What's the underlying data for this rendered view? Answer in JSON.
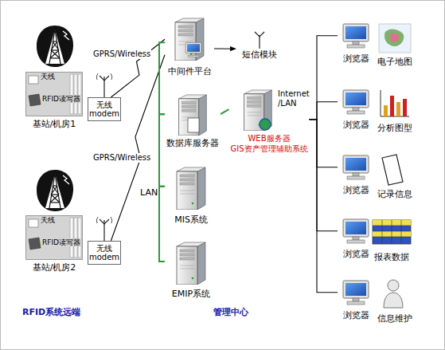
{
  "diagram": {
    "nodes": [
      {
        "text": [
          "天线",
          "RFID读写器",
          "基站/机房1"
        ]
      },
      {
        "text": [
          "无线 modem"
        ]
      },
      {
        "text": [
          "天线",
          "RFID读写器",
          "基站/机房2"
        ]
      },
      {
        "text": [
          "无线 modem"
        ]
      },
      {
        "text": [
          "中间件平台"
        ]
      },
      {
        "text": [
          "短信模块"
        ]
      },
      {
        "text": [
          "数据库服务器"
        ]
      },
      {
        "text": [
          "WEB服务器",
          "GIS资产管理辅助系统"
        ]
      },
      {
        "text": [
          "MIS系统"
        ]
      },
      {
        "text": [
          "EMIP系统"
        ]
      },
      {
        "text": [
          "浏览器"
        ]
      },
      {
        "text": [
          "浏览器"
        ]
      },
      {
        "text": [
          "浏览器"
        ]
      },
      {
        "text": [
          "浏览器"
        ]
      },
      {
        "text": [
          "浏览器"
        ]
      }
    ],
    "edges": [
      {
        "from": 1,
        "to": 4,
        "arrow": "none",
        "label": "GPRS/Wireless"
      },
      {
        "from": 3,
        "to": 4,
        "arrow": "none",
        "label": "GPRS/Wireless"
      },
      {
        "from": 4,
        "to": 5,
        "arrow": "to"
      },
      {
        "from": 4,
        "to": 6,
        "arrow": "none"
      },
      {
        "from": 6,
        "to": 8,
        "arrow": "none"
      },
      {
        "from": 8,
        "to": 9,
        "arrow": "none"
      },
      {
        "from": 6,
        "to": 7,
        "arrow": "none"
      },
      {
        "from": 7,
        "to": 10,
        "arrow": "none"
      },
      {
        "from": 7,
        "to": 11,
        "arrow": "none"
      },
      {
        "from": 7,
        "to": 12,
        "arrow": "none"
      },
      {
        "from": 7,
        "to": 13,
        "arrow": "none"
      },
      {
        "from": 7,
        "to": 14,
        "arrow": "none"
      }
    ],
    "labels": [
      "LAN",
      "Internet /LAN",
      "电子地图",
      "分析图型",
      "记录信息",
      "报表数据",
      "信息维护",
      "RFID系统远端",
      "管理中心"
    ]
  }
}
